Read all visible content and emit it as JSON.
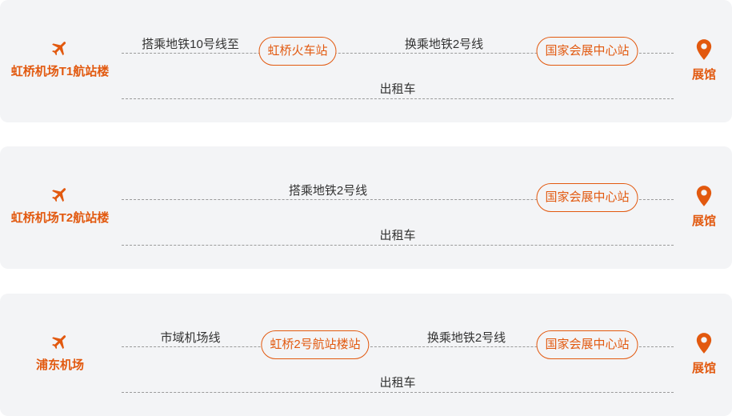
{
  "accent": "#e2590f",
  "routes": [
    {
      "origin": "虹桥机场T1航站楼",
      "origin_icon": "plane-icon",
      "destination": "展馆",
      "destination_icon": "location-pin-icon",
      "transit_steps": [
        "搭乘地铁10号线至",
        "换乘地铁2号线"
      ],
      "stations": [
        "虹桥火车站",
        "国家会展中心站"
      ],
      "alt_label": "出租车"
    },
    {
      "origin": "虹桥机场T2航站楼",
      "origin_icon": "plane-icon",
      "destination": "展馆",
      "destination_icon": "location-pin-icon",
      "transit_steps": [
        "搭乘地铁2号线"
      ],
      "stations": [
        "国家会展中心站"
      ],
      "alt_label": "出租车"
    },
    {
      "origin": "浦东机场",
      "origin_icon": "plane-icon",
      "destination": "展馆",
      "destination_icon": "location-pin-icon",
      "transit_steps": [
        "市域机场线",
        "换乘地铁2号线"
      ],
      "stations": [
        "虹桥2号航站楼站",
        "国家会展中心站"
      ],
      "alt_label": "出租车"
    }
  ]
}
